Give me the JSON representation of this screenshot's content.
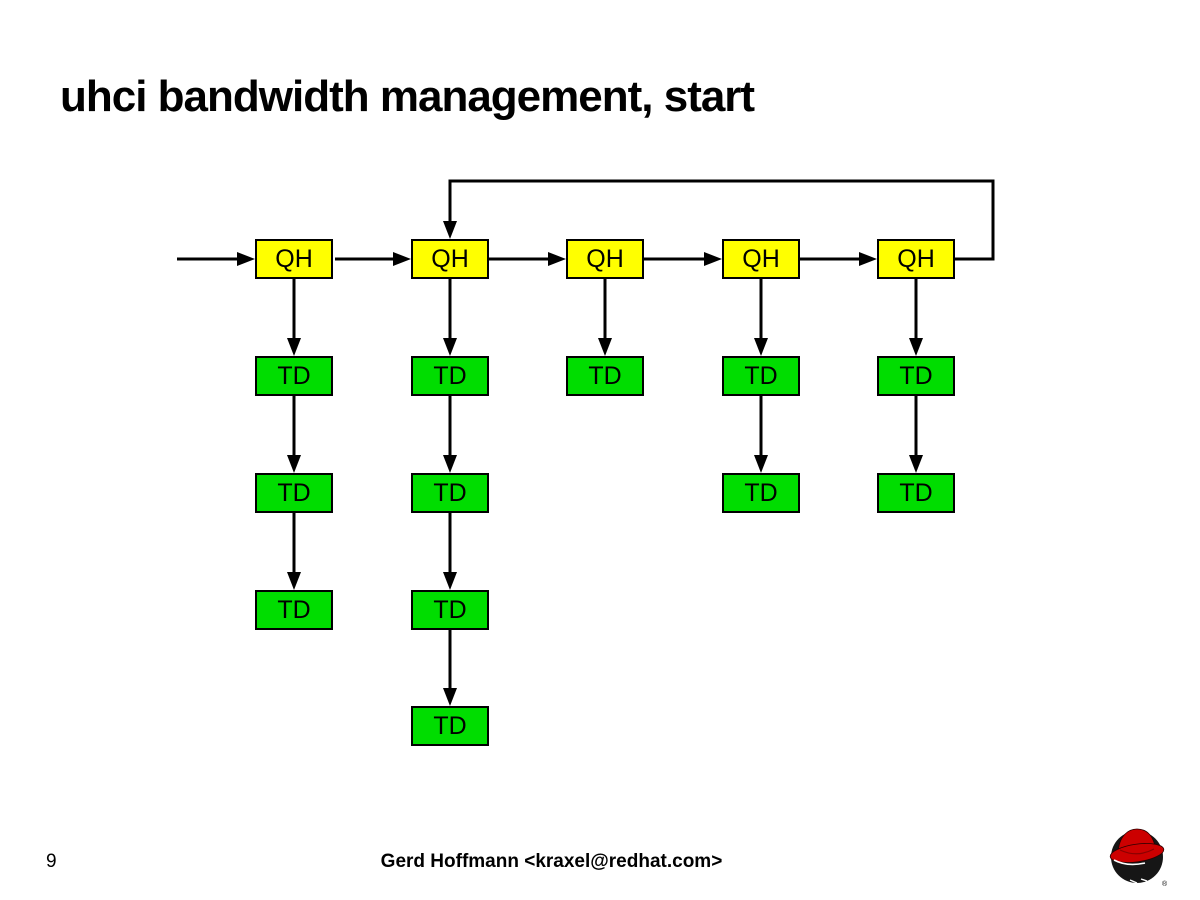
{
  "slide": {
    "title": "uhci bandwidth management, start",
    "page_number": "9",
    "footer": "Gerd Hoffmann <kraxel@redhat.com>"
  },
  "labels": {
    "qh": "QH",
    "td": "TD"
  },
  "colors": {
    "background": "#ffffff",
    "qh_fill": "#ffff00",
    "td_fill": "#00dd00",
    "line": "#000000",
    "text": "#000000",
    "redhat_red": "#cc0000"
  },
  "diagram": {
    "type": "uhci-schedule-diagram",
    "description": "Five QH (queue head) boxes linked left to right by arrows; an entry arrow enters the first QH; each QH points down to a vertical chain of TD (transfer descriptor) boxes; the last QH wraps around via a top line back down into the second QH.",
    "qh_nodes": [
      "QH",
      "QH",
      "QH",
      "QH",
      "QH"
    ],
    "td_chain_lengths": [
      3,
      4,
      1,
      2,
      2
    ],
    "links": [
      "entry → QH1",
      "QH1 → QH2",
      "QH2 → QH3",
      "QH3 → QH4",
      "QH4 → QH5",
      "QH5 → QH2 (wrap-around over the top)"
    ]
  },
  "logo": {
    "registered_mark": "®"
  }
}
